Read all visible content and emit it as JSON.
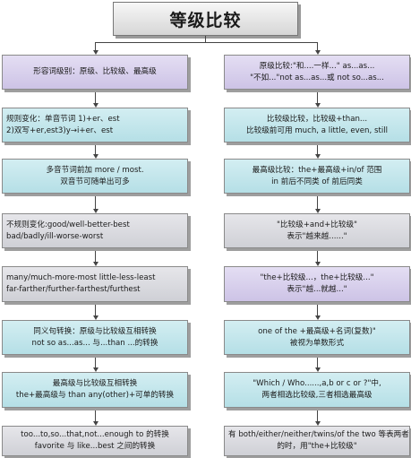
{
  "title": "等级比较",
  "left": [
    {
      "lines": [
        "形容词级别：原级、比较级、最高级"
      ],
      "color": "purple",
      "center": true
    },
    {
      "lines": [
        "规则变化：单音节词 1)+er、est",
        "2)双写+er,est3)y→i+er、est"
      ],
      "color": "teal",
      "center": false
    },
    {
      "lines": [
        "多音节词前加 more / most.",
        "双音节可随单出可多"
      ],
      "color": "teal",
      "center": true
    },
    {
      "lines": [
        "不规则变化:good/well-better-best",
        "bad/badly/ill-worse-worst"
      ],
      "color": "gray",
      "center": false
    },
    {
      "lines": [
        "many/much-more-most            little-less-least",
        "far-farther/further-farthest/furthest"
      ],
      "color": "gray",
      "center": false
    },
    {
      "lines": [
        "同义句转换：原级与比较级互相转换",
        "not so as...as... 与...than ...的转换"
      ],
      "color": "teal",
      "center": true
    },
    {
      "lines": [
        "最高级与比较级互相转换",
        "the+最高级与 than any(other)+可单的转换"
      ],
      "color": "teal",
      "center": true
    },
    {
      "lines": [
        "too...to,so...that,not...enough to 的转换",
        "favorite 与 like...best 之间的转换"
      ],
      "color": "gray",
      "center": true
    }
  ],
  "right": [
    {
      "lines": [
        "原级比较:\"和....一样...\"      as...as...",
        "\"不如...\"not as...as...或 not so...as..."
      ],
      "color": "purple"
    },
    {
      "lines": [
        "比较级比较，比较级+than...",
        "比较级前可用 much, a little, even, still"
      ],
      "color": "teal"
    },
    {
      "lines": [
        "最高级比较：the+最高级+in/of 范围",
        "in 前后不同类      of 前后同类"
      ],
      "color": "teal"
    },
    {
      "lines": [
        "\"比较级+and+比较级\"",
        "表示\"越来越......\""
      ],
      "color": "gray"
    },
    {
      "lines": [
        "\"the+比较级...，the+比较级...\"",
        "表示\"越...就越...\""
      ],
      "color": "purple"
    },
    {
      "lines": [
        "one of the +最高级+名词(复数)\"",
        "被视为单数形式"
      ],
      "color": "teal"
    },
    {
      "lines": [
        "\"Which / Who......,a,b or c or ?\"中,",
        "两者相选比较级,三者相选最高级"
      ],
      "color": "teal"
    },
    {
      "lines": [
        "有 both/either/neither/twins/of the two 等表两者",
        "的时，用\"the+比较级\""
      ],
      "color": "gray"
    }
  ]
}
